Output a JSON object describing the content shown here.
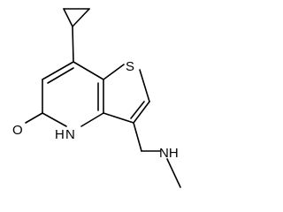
{
  "molecule": {
    "atoms": {
      "sulfur": "S",
      "oxygen": "O",
      "ring_nh_h": "H",
      "ring_nh_n": "N",
      "amine_nh": "NH"
    },
    "colors": {
      "bond": "#000000",
      "label": "#000000",
      "background": "#ffffff"
    }
  }
}
